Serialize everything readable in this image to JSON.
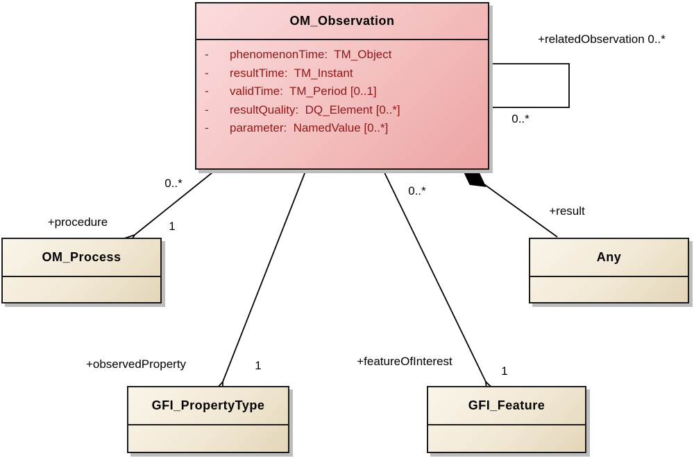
{
  "diagram": {
    "type": "uml-class-diagram",
    "classes": {
      "om_observation": {
        "name": "OM_Observation",
        "attributes": [
          {
            "visibility": "-",
            "text": "phenomenonTime:  TM_Object"
          },
          {
            "visibility": "-",
            "text": "resultTime:  TM_Instant"
          },
          {
            "visibility": "-",
            "text": "validTime:  TM_Period [0..1]"
          },
          {
            "visibility": "-",
            "text": "resultQuality:  DQ_Element [0..*]"
          },
          {
            "visibility": "-",
            "text": "parameter:  NamedValue [0..*]"
          }
        ]
      },
      "om_process": {
        "name": "OM_Process"
      },
      "any": {
        "name": "Any"
      },
      "gfi_property_type": {
        "name": "GFI_PropertyType"
      },
      "gfi_feature": {
        "name": "GFI_Feature"
      }
    },
    "associations": {
      "related_observation": {
        "label": "+relatedObservation 0..*",
        "end_multiplicity": "0..*"
      },
      "procedure": {
        "label": "+procedure",
        "source_multiplicity": "0..*",
        "target_multiplicity": "1"
      },
      "observed_property": {
        "label": "+observedProperty",
        "target_multiplicity": "1"
      },
      "feature_of_interest": {
        "label": "+featureOfInterest",
        "source_multiplicity": "0..*",
        "target_multiplicity": "1"
      },
      "result": {
        "label": "+result"
      }
    },
    "colors": {
      "class-pink-light": "#fbdcdd",
      "class-pink-dark": "#eda3a3",
      "class-beige-light": "#faf5ea",
      "class-beige-dark": "#e3d5b8",
      "attribute-text": "#8f1616",
      "border": "#1a1a1a",
      "shadow": "#bdbdbd",
      "edge": "#000000"
    }
  }
}
